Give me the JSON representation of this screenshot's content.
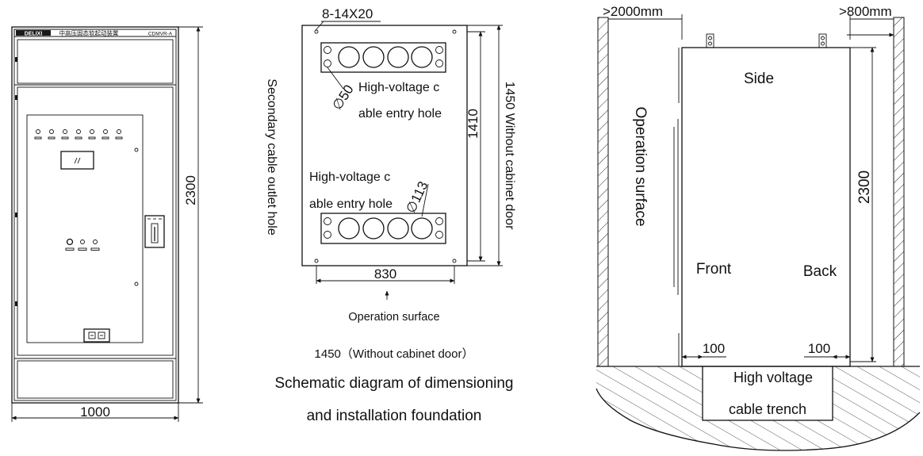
{
  "colors": {
    "ink": "#111111",
    "panel_fill": "#ffffff",
    "header_fill": "#1a1a1a"
  },
  "cabinet_front": {
    "brand": "DELIXI",
    "product_name": "中高压固态软起动装置",
    "model": "CDMVR-A",
    "width_dim": "1000",
    "height_dim": "2300",
    "display_icon": "lcd-display-icon",
    "handle_icon": "operating-handle-icon",
    "lock_icon": "lock-icon"
  },
  "plan_view": {
    "hole_spec": "8-14X20",
    "dia_small": "∅50",
    "dia_large": "∅113",
    "upper_label_1": "High-voltage c",
    "upper_label_2": "able entry hole",
    "lower_label_1": "High-voltage c",
    "lower_label_2": "able entry hole",
    "side_label": "Secondary cable outlet hole",
    "inner_depth": "1410",
    "outer_depth": "1450  Without cabinet door",
    "width_dim": "830",
    "operation_surface": "Operation surface",
    "footnote": "1450（Without cabinet door）",
    "caption_1": "Schematic diagram of dimensioning",
    "caption_2": "and installation foundation"
  },
  "side_view": {
    "front_clearance": ">2000mm",
    "back_clearance": ">800mm",
    "operation_surface": "Operation surface",
    "side": "Side",
    "front": "Front",
    "back": "Back",
    "height_dim": "2300",
    "left_offset": "100",
    "right_offset": "100",
    "trench_1": "High voltage",
    "trench_2": "cable trench"
  }
}
